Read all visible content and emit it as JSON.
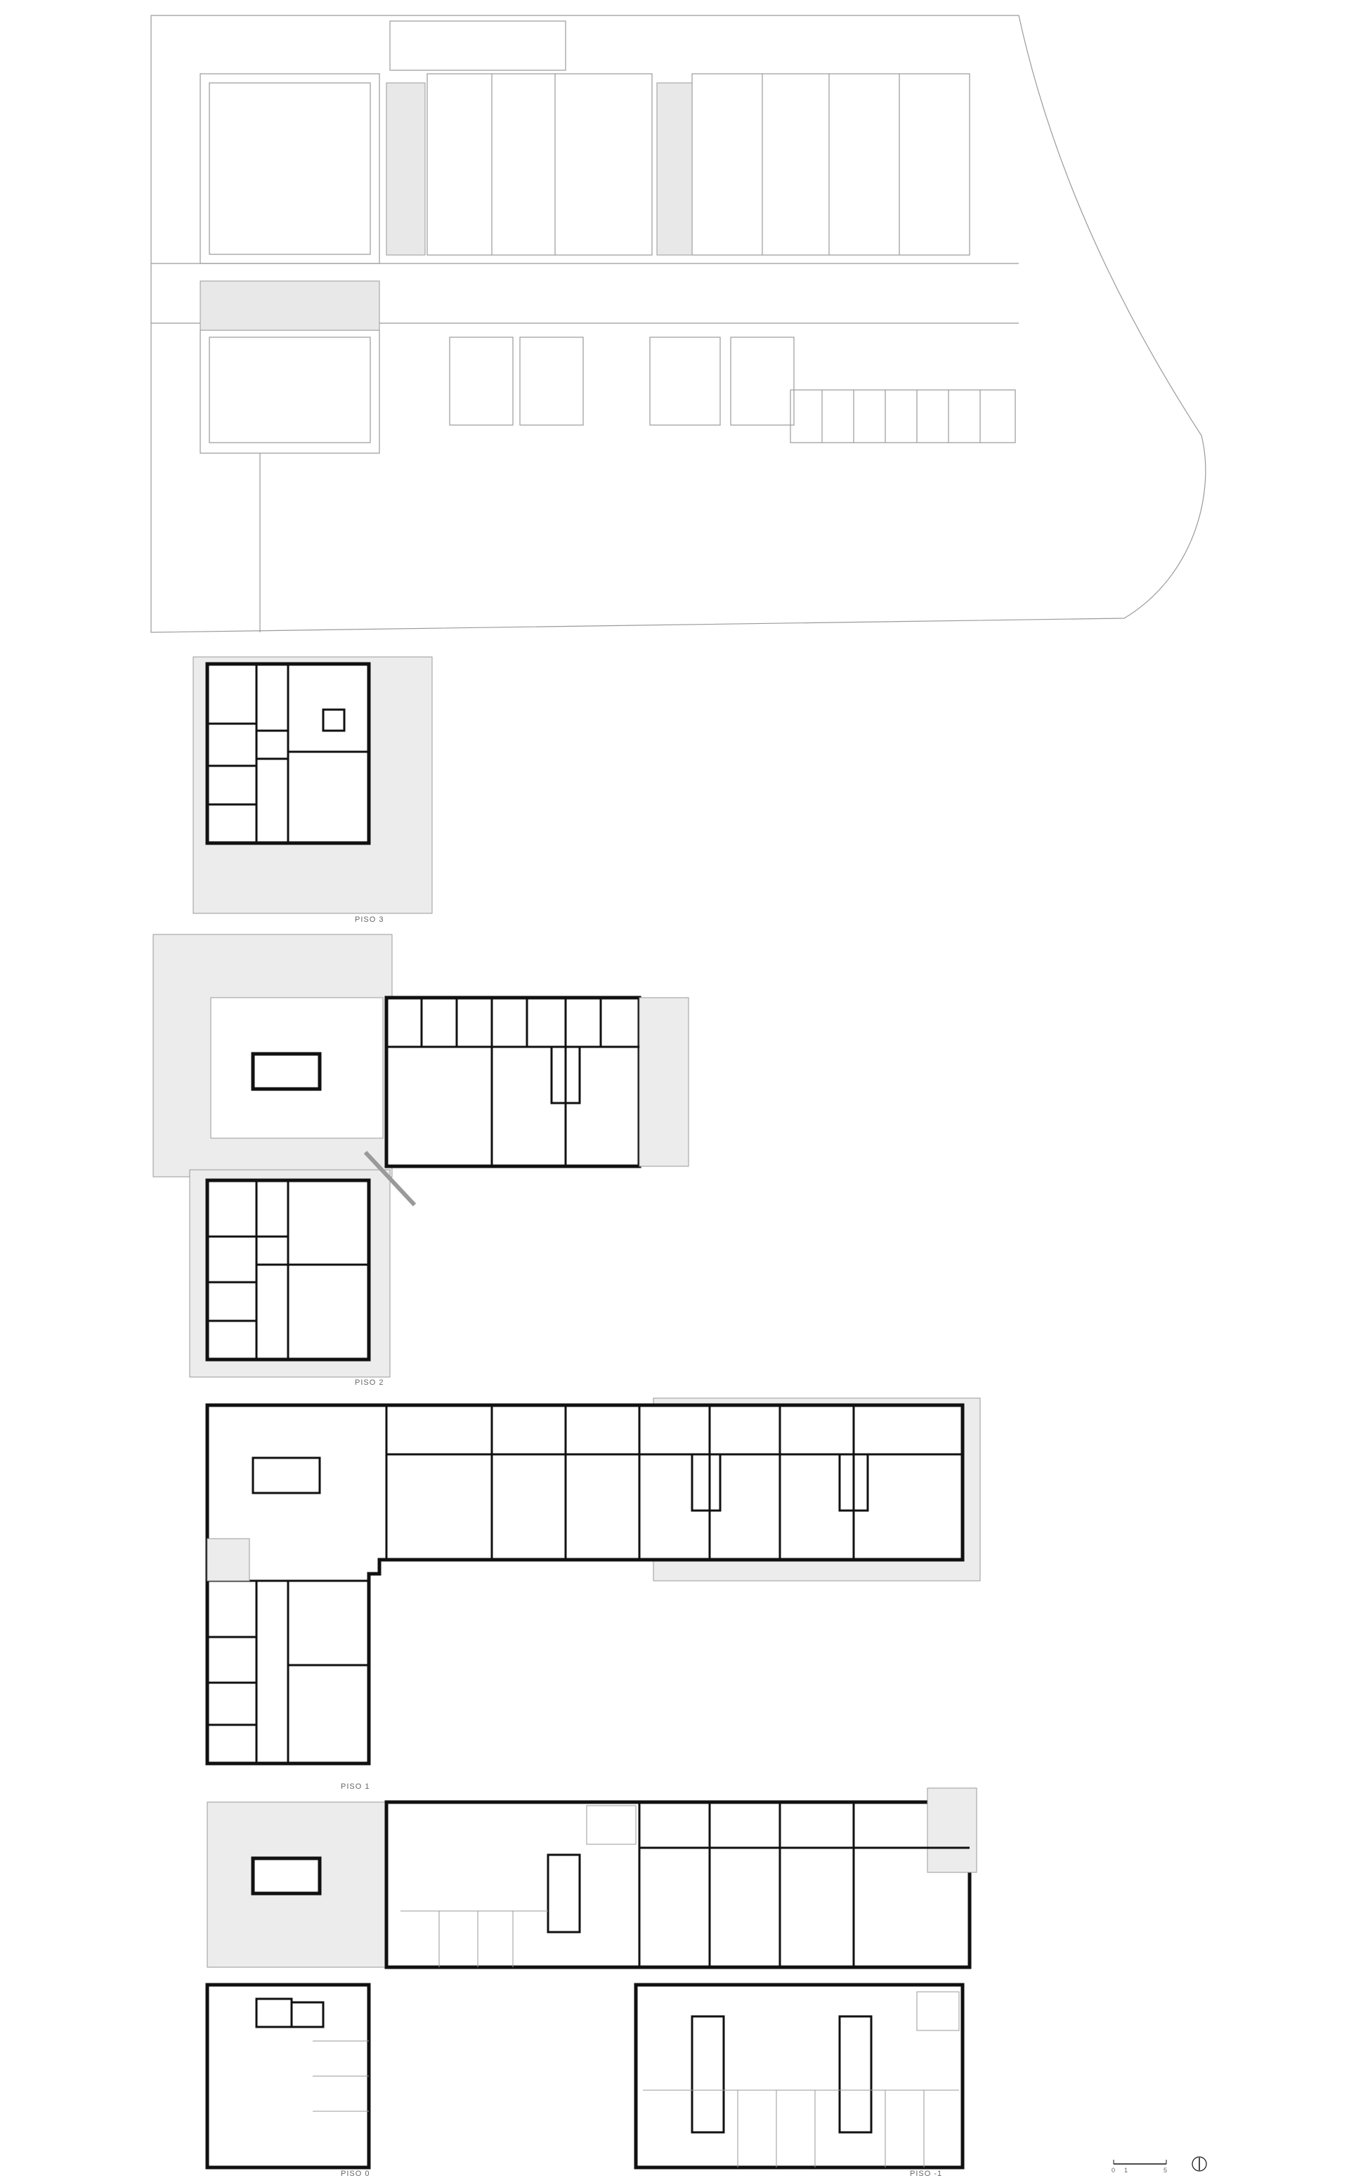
{
  "labels": {
    "piso3": "PISO 3",
    "piso2": "PISO 2",
    "piso1": "PISO 1",
    "piso0": "PISO 0",
    "pisoMinus1": "PISO -1"
  },
  "scale": {
    "tick0": "0",
    "tick1": "1",
    "tick5": "5"
  },
  "colors": {
    "wall": "#111111",
    "thin": "#9a9a9a",
    "hatch": "#e8e8e8",
    "shade": "#ececec"
  }
}
